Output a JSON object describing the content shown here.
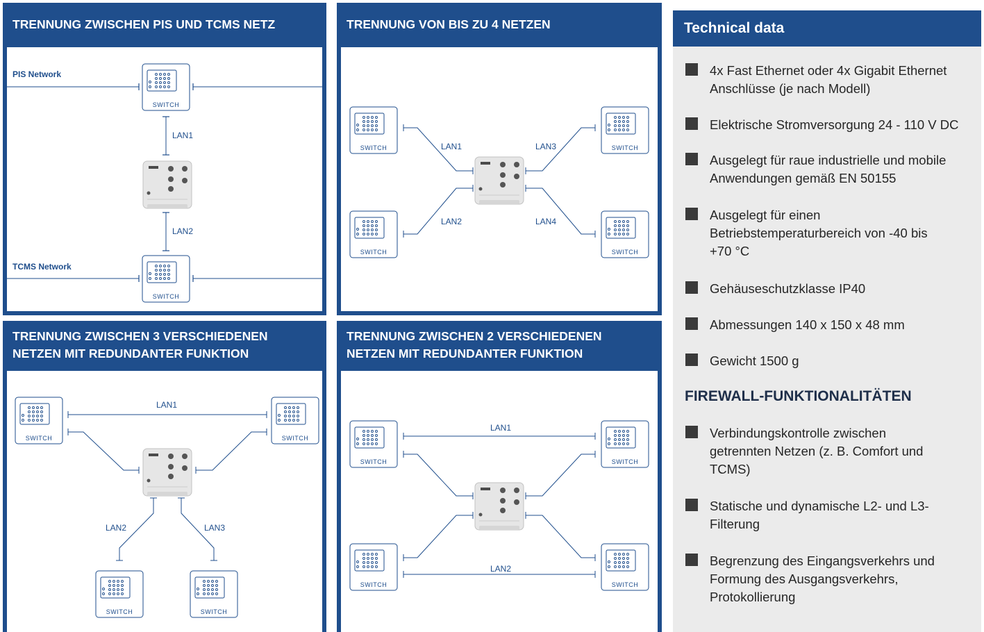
{
  "panels": {
    "p1": {
      "title": "TRENNUNG ZWISCHEN PIS UND TCMS NETZ",
      "net_top": "PIS Network",
      "net_bottom": "TCMS Network",
      "lan1": "LAN1",
      "lan2": "LAN2",
      "switch": "SWITCH"
    },
    "p2": {
      "title": "TRENNUNG VON BIS ZU 4 NETZEN",
      "lan1": "LAN1",
      "lan2": "LAN2",
      "lan3": "LAN3",
      "lan4": "LAN4",
      "switch": "SWITCH"
    },
    "p3": {
      "title": "TRENNUNG ZWISCHEN 3 VERSCHIEDENEN NETZEN MIT REDUNDANTER FUNKTION",
      "lan1": "LAN1",
      "lan2": "LAN2",
      "lan3": "LAN3",
      "switch": "SWITCH"
    },
    "p4": {
      "title": "TRENNUNG ZWISCHEN 2 VERSCHIEDENEN NETZEN MIT REDUNDANTER FUNKTION",
      "lan1": "LAN1",
      "lan2": "LAN2",
      "switch": "SWITCH"
    }
  },
  "tech": {
    "title": "Technical data",
    "items": [
      "4x Fast Ethernet oder 4x Gigabit Ethernet Anschlüsse (je nach Modell)",
      "Elektrische Stromversorgung 24 - 110 V DC",
      "Ausgelegt für raue industrielle und mobile Anwendungen gemäß EN 50155",
      "Ausgelegt für einen Betriebstemperaturbereich von -40 bis +70 °C",
      "Gehäuseschutzklasse IP40",
      "Abmessungen 140 x 150 x 48 mm",
      "Gewicht 1500 g"
    ],
    "firewall_title": "FIREWALL-FUNKTIONALITÄTEN",
    "firewall_items": [
      "Verbindungskontrolle zwischen getrennten Netzen (z. B. Comfort und TCMS)",
      "Statische und dynamische L2- und L3-Filterung",
      "Begrenzung des Eingangsverkehrs und Formung des Ausgangsverkehrs, Protokollierung"
    ]
  },
  "colors": {
    "brand_blue": "#1f4e8c",
    "panel_gray": "#ebebeb",
    "bullet": "#3a3a3a"
  },
  "icons": {
    "switch": "switch-icon",
    "device": "firewall-device-icon"
  }
}
